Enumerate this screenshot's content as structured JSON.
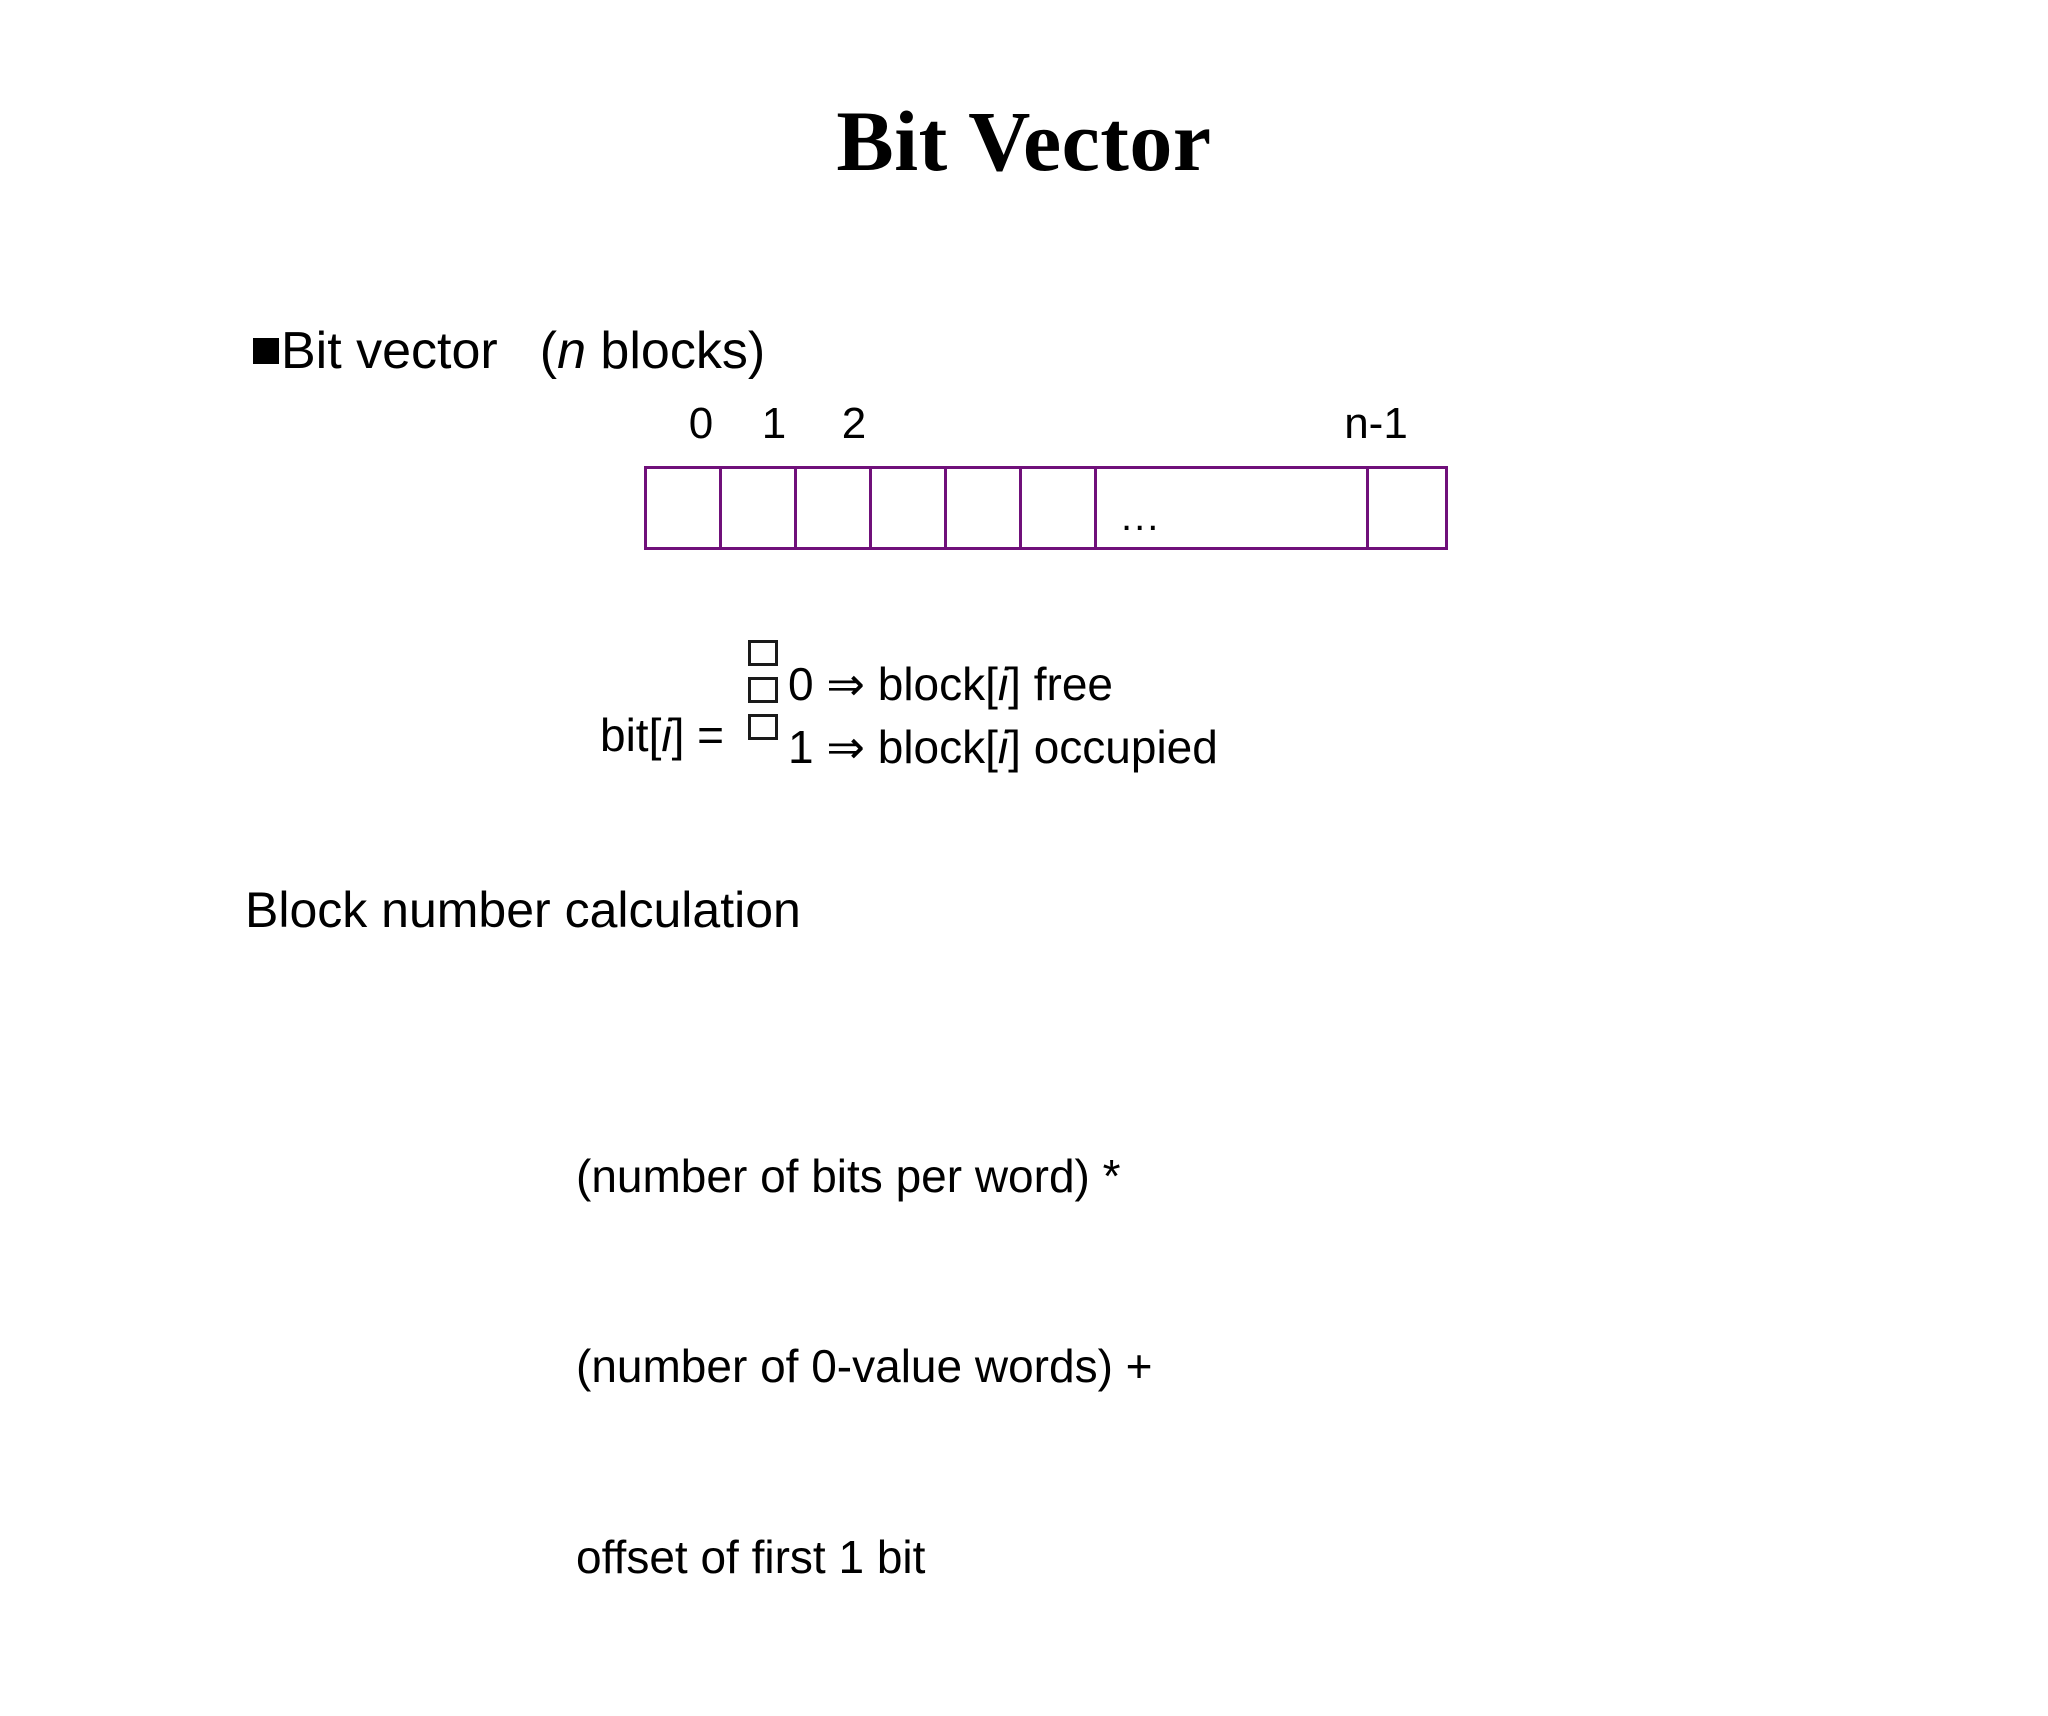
{
  "slide": {
    "title": "Bit Vector",
    "background_color": "#FFFFFF",
    "text_color": "#000000",
    "accent_color": "#70107A"
  },
  "bullet": {
    "marker": "black-square-bullet",
    "label": "Bit vector",
    "qualifier_open": "(",
    "qualifier_italic": "n",
    "qualifier_rest": " blocks)"
  },
  "bit_vector": {
    "index_labels": [
      "0",
      "1",
      "2",
      "n-1"
    ],
    "ellipsis": "...",
    "border_color": "#70107A",
    "cells": [
      {
        "kind": "narrow",
        "value": ""
      },
      {
        "kind": "narrow",
        "value": ""
      },
      {
        "kind": "narrow",
        "value": ""
      },
      {
        "kind": "narrow",
        "value": ""
      },
      {
        "kind": "narrow",
        "value": ""
      },
      {
        "kind": "narrow",
        "value": ""
      },
      {
        "kind": "wide",
        "value": "..."
      },
      {
        "kind": "last",
        "value": ""
      }
    ]
  },
  "bit_definition": {
    "lhs_prefix": "bit[",
    "lhs_index": "i",
    "lhs_suffix": "] =",
    "brace_glyphs": [
      "missing-glyph-box",
      "missing-glyph-box",
      "missing-glyph-box"
    ],
    "cases": [
      {
        "value": "0",
        "arrow": "⇒",
        "result_prefix": "block[",
        "result_index": "i",
        "result_suffix": "] free"
      },
      {
        "value": "1",
        "arrow": "⇒",
        "result_prefix": "block[",
        "result_index": "i",
        "result_suffix": "] occupied"
      }
    ]
  },
  "calculation": {
    "heading": "Block number calculation",
    "lines": [
      "(number of bits per word) *",
      "(number of 0-value words) +",
      "offset of first 1 bit"
    ]
  }
}
